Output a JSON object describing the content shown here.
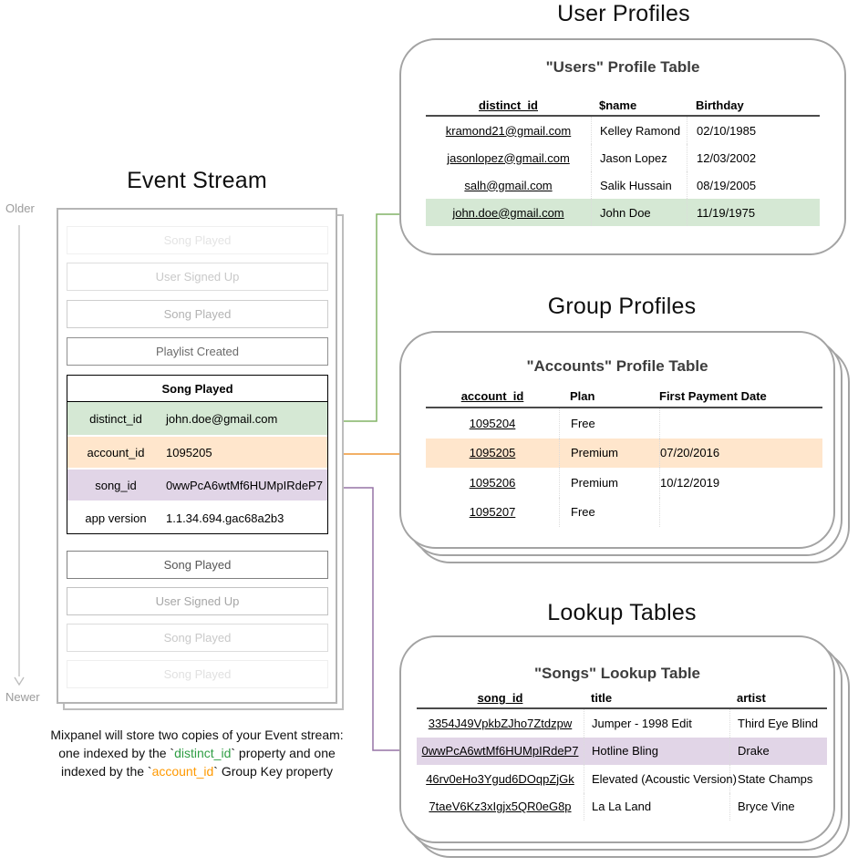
{
  "event_stream": {
    "title": "Event Stream",
    "older_label": "Older",
    "newer_label": "Newer",
    "top_events": [
      "Song Played",
      "User Signed Up",
      "Song Played",
      "Playlist Created"
    ],
    "active_event": {
      "name": "Song Played",
      "properties": [
        {
          "key": "distinct_id",
          "value": "john.doe@gmail.com",
          "highlight": "green"
        },
        {
          "key": "account_id",
          "value": "1095205",
          "highlight": "orange"
        },
        {
          "key": "song_id",
          "value": "0wwPcA6wtMf6HUMpIRdeP7",
          "highlight": "purple"
        },
        {
          "key": "app version",
          "value": "1.1.34.694.gac68a2b3",
          "highlight": "none"
        }
      ]
    },
    "bottom_events": [
      "Song Played",
      "User Signed Up",
      "Song Played",
      "Song Played"
    ]
  },
  "user_profiles": {
    "section_title": "User Profiles",
    "card_title": "\"Users\" Profile Table",
    "columns": [
      "distinct_id",
      "$name",
      "Birthday"
    ],
    "rows": [
      {
        "cells": [
          "kramond21@gmail.com",
          "Kelley Ramond",
          "02/10/1985"
        ],
        "highlighted": false
      },
      {
        "cells": [
          "jasonlopez@gmail.com",
          "Jason Lopez",
          "12/03/2002"
        ],
        "highlighted": false
      },
      {
        "cells": [
          "salh@gmail.com",
          "Salik Hussain",
          "08/19/2005"
        ],
        "highlighted": false
      },
      {
        "cells": [
          "john.doe@gmail.com",
          "John Doe",
          "11/19/1975"
        ],
        "highlighted": true
      }
    ]
  },
  "group_profiles": {
    "section_title": "Group Profiles",
    "card_title": "\"Accounts\" Profile Table",
    "columns": [
      "account_id",
      "Plan",
      "First Payment Date"
    ],
    "rows": [
      {
        "cells": [
          "1095204",
          "Free",
          ""
        ],
        "highlighted": false
      },
      {
        "cells": [
          "1095205",
          "Premium",
          "07/20/2016"
        ],
        "highlighted": true
      },
      {
        "cells": [
          "1095206",
          "Premium",
          "10/12/2019"
        ],
        "highlighted": false
      },
      {
        "cells": [
          "1095207",
          "Free",
          ""
        ],
        "highlighted": false
      }
    ]
  },
  "lookup_tables": {
    "section_title": "Lookup Tables",
    "card_title": "\"Songs\" Lookup Table",
    "columns": [
      "song_id",
      "title",
      "artist"
    ],
    "rows": [
      {
        "cells": [
          "3354J49VpkbZJho7Ztdzpw",
          "Jumper - 1998 Edit",
          "Third Eye Blind"
        ],
        "highlighted": false
      },
      {
        "cells": [
          "0wwPcA6wtMf6HUMpIRdeP7",
          "Hotline Bling",
          "Drake"
        ],
        "highlighted": true
      },
      {
        "cells": [
          "46rv0eHo3Ygud6DOqpZjGk",
          "Elevated (Acoustic Version)",
          "State Champs"
        ],
        "highlighted": false
      },
      {
        "cells": [
          "7taeV6Kz3xIgjx5QR0eG8p",
          "La La Land",
          "Bryce Vine"
        ],
        "highlighted": false
      }
    ]
  },
  "caption": {
    "line1": "Mixpanel will store two copies of your Event stream:",
    "line2_pre": "one indexed by the `",
    "line2_code": "distinct_id",
    "line2_post": "` property and one",
    "line3_pre": "indexed by the `",
    "line3_code": "account_id",
    "line3_post": "` Group Key property"
  },
  "colors": {
    "green_highlight": "#d5e8d4",
    "orange_highlight": "#ffe6cc",
    "purple_highlight": "#e1d5e7",
    "green_arrow": "#82b366",
    "orange_arrow": "#f5a623",
    "orange_arrowhead": "#f07d0a",
    "purple_arrow": "#9673a6",
    "caption_green": "#2f9e44",
    "caption_orange": "#ff9900"
  }
}
